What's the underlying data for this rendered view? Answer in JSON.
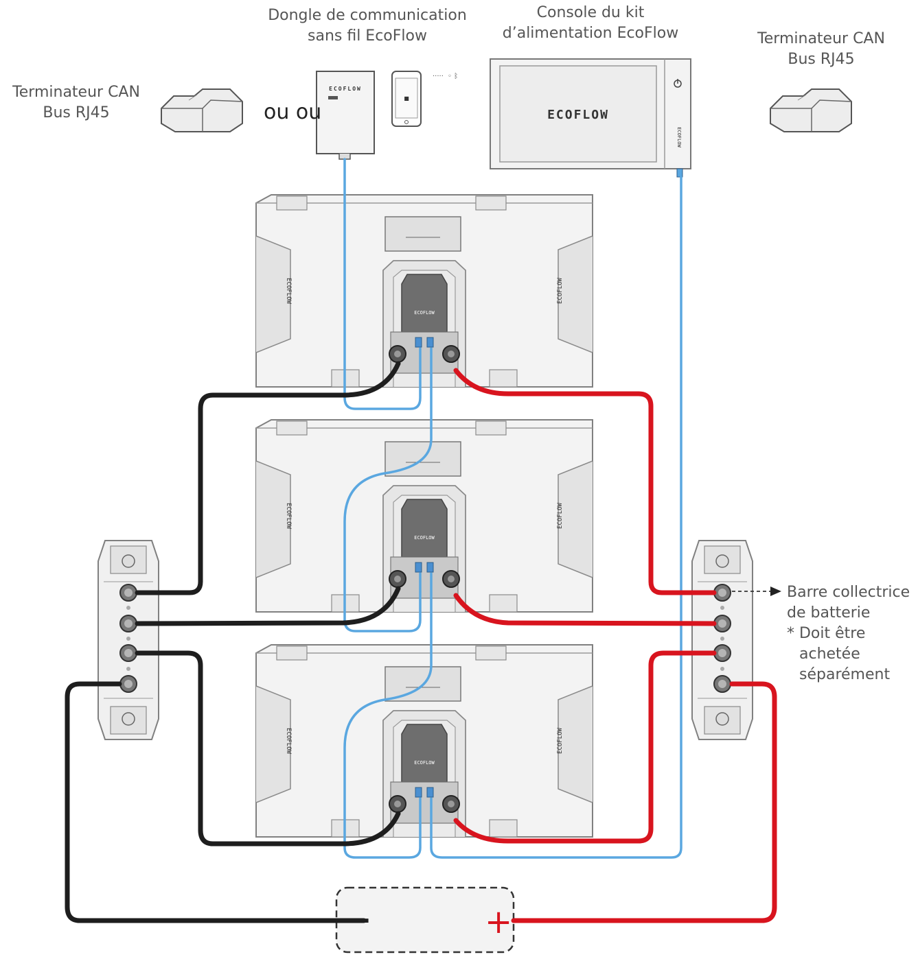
{
  "colors": {
    "can_cable": "#5aa7e0",
    "negative_cable": "#1e1e1e",
    "positive_cable": "#d8141e",
    "device_outline": "#7a7a7a",
    "device_fill": "#f2f2f2",
    "label_text": "#555555"
  },
  "labels": {
    "terminator_left": [
      "Terminateur CAN",
      "Bus RJ45"
    ],
    "terminator_right": [
      "Terminateur CAN",
      "Bus RJ45"
    ],
    "dongle": [
      "Dongle de communication",
      "sans fil EcoFlow"
    ],
    "console": [
      "Console du kit",
      "d’alimentation EcoFlow"
    ],
    "or_text": "ou ou",
    "busbar": [
      "Barre collectrice",
      "de batterie"
    ],
    "busbar_note": [
      "*  Doit être",
      "achetée",
      "séparément"
    ]
  },
  "brand_text": "ECOFLOW",
  "battery_symbols": {
    "negative": "–",
    "positive": "+"
  },
  "battery_count": 3,
  "icons": [
    "can-terminator-icon",
    "wireless-dongle-icon",
    "smartphone-icon",
    "power-icon",
    "busbar-icon",
    "load-icon"
  ]
}
